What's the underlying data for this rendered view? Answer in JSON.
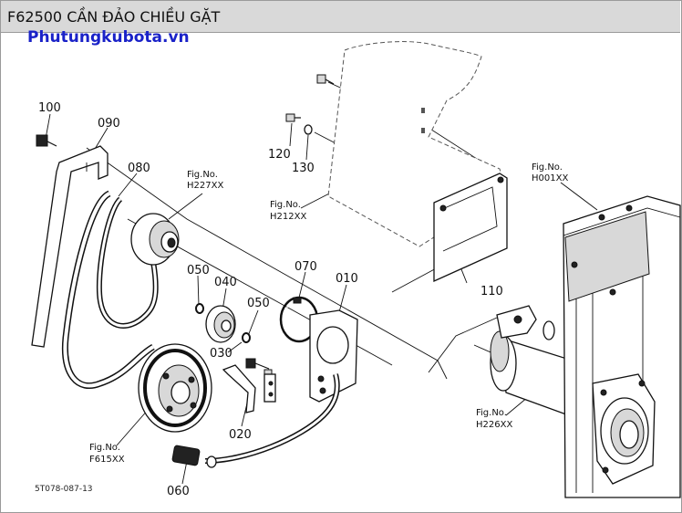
{
  "header": {
    "title": "F62500 CẦN ĐẢO CHIỀU GẶT"
  },
  "watermark": "Phutungkubota.vn",
  "drawing_id": "5T078-087-13",
  "parts": {
    "p010": "010",
    "p020": "020",
    "p030": "030",
    "p040": "040",
    "p050a": "050",
    "p050b": "050",
    "p060": "060",
    "p070": "070",
    "p080": "080",
    "p090": "090",
    "p100": "100",
    "p110": "110",
    "p120": "120",
    "p130": "130"
  },
  "fig_refs": {
    "h227": {
      "label": "Fig.No.",
      "ref": "H227XX"
    },
    "h212": {
      "label": "Fig.No.",
      "ref": "H212XX"
    },
    "h001": {
      "label": "Fig.No.",
      "ref": "H001XX"
    },
    "h226": {
      "label": "Fig.No.",
      "ref": "H226XX"
    },
    "f615": {
      "label": "Fig.No.",
      "ref": "F615XX"
    }
  }
}
